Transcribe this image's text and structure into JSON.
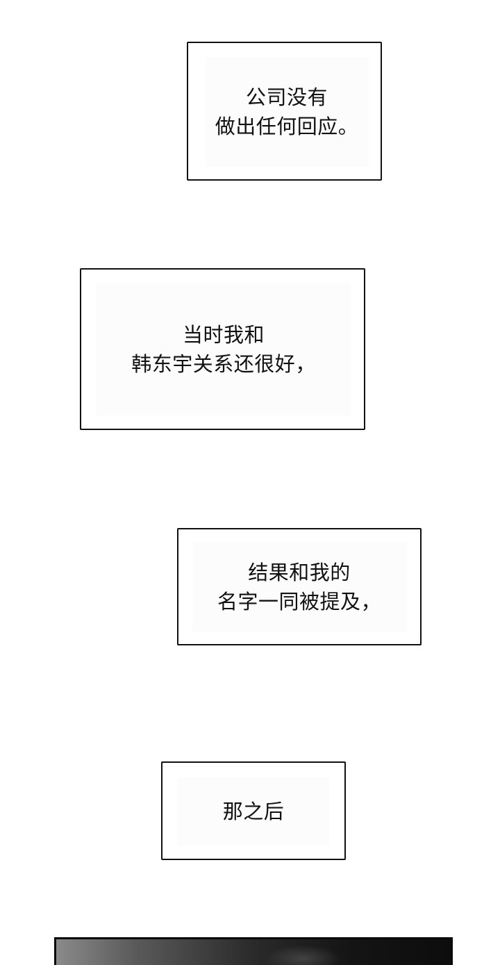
{
  "captions": [
    {
      "id": "caption-1",
      "lines": [
        "公司没有",
        "做出任何回应。"
      ],
      "text": "公司没有\n做出任何回应。"
    },
    {
      "id": "caption-2",
      "lines": [
        "当时我和",
        "韩东宇关系还很好，"
      ],
      "text": "当时我和\n韩东宇关系还很好，"
    },
    {
      "id": "caption-3",
      "lines": [
        "结果和我的",
        "名字一同被提及，"
      ],
      "text": "结果和我的\n名字一同被提及，"
    },
    {
      "id": "caption-4",
      "lines": [
        "那之后"
      ],
      "text": "那之后"
    }
  ],
  "colors": {
    "background": "#ffffff",
    "border": "#111111",
    "text": "#111111",
    "inner_fill": "#fdfcfd",
    "panel_dark": "#0d0d0d",
    "panel_light": "#8a8a8a"
  }
}
